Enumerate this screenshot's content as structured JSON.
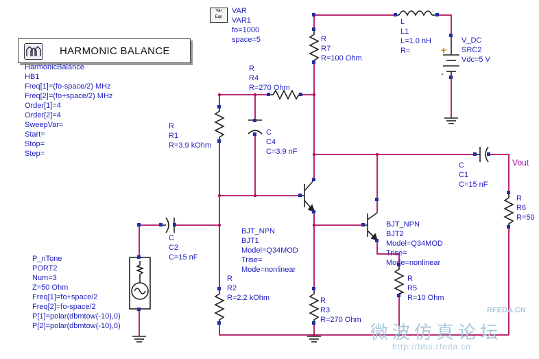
{
  "harmonic_balance": {
    "title": "HARMONIC BALANCE",
    "lines": [
      "HarmonicBalance",
      "HB1",
      "Freq[1]=(fo-space/2) MHz",
      "Freq[2]=(fo+space/2) MHz",
      "Order[1]=4",
      "Order[2]=4",
      "SweepVar=",
      "Start=",
      "Stop=",
      "Step="
    ]
  },
  "var": {
    "icon_top": "Var",
    "icon_bottom": "Eqn",
    "lines": [
      "VAR",
      "VAR1",
      "fo=1000",
      "space=5"
    ]
  },
  "components": {
    "L1": [
      "L",
      "L1",
      "L=1.0 nH",
      "R="
    ],
    "V_DC": [
      "V_DC",
      "SRC2",
      "Vdc=5 V"
    ],
    "R7": [
      "R",
      "R7",
      "R=100 Ohm"
    ],
    "R4": [
      "R",
      "R4",
      "R=270 Ohm"
    ],
    "R1": [
      "R",
      "R1",
      "R=3.9 kOhm"
    ],
    "C4": [
      "C",
      "C4",
      "C=3.9 nF"
    ],
    "C1": [
      "C",
      "C1",
      "C=15 nF"
    ],
    "R6": [
      "R",
      "R6",
      "R=50"
    ],
    "C2": [
      "C",
      "C2",
      "C=15 nF"
    ],
    "BJT1": [
      "BJT_NPN",
      "BJT1",
      "Model=Q34MOD",
      "Trise=",
      "Mode=nonlinear"
    ],
    "BJT2": [
      "BJT_NPN",
      "BJT2",
      "Model=Q34MOD",
      "Trise=",
      "Mode=nonlinear"
    ],
    "R2": [
      "R",
      "R2",
      "R=2.2 kOhm"
    ],
    "R3": [
      "R",
      "R3",
      "R=270 Ohm"
    ],
    "R5": [
      "R",
      "R5",
      "R=10 Ohm"
    ],
    "PORT2": [
      "P_nTone",
      "PORT2",
      "Num=3",
      "Z=50 Ohm",
      "Freq[1]=fo+space/2",
      "Freq[2]=fo-space/2",
      "P[1]=polar(dbmtow(-10),0)",
      "P[2]=polar(dbmtow(-10),0)"
    ]
  },
  "node_label": "Vout",
  "polarity": {
    "plus": "+",
    "minus": "-"
  },
  "watermark": {
    "brand": "RFEDA.CN",
    "chinese": "微波仿真论坛",
    "url": "http://bbs.rfeda.cn"
  },
  "colors": {
    "wire": "#b01060",
    "component": "#222222",
    "label_blue": "#2020c0",
    "pin": "#2030a0",
    "node_label": "#a000a0",
    "watermark": "#a9c7da",
    "source_plus": "#d08000"
  }
}
